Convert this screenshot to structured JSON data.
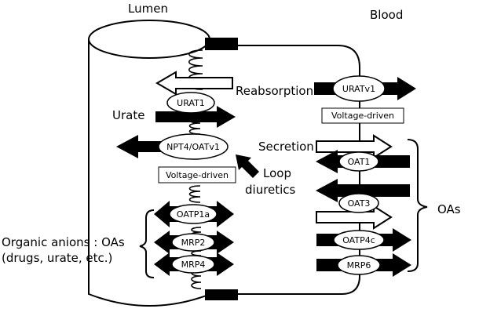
{
  "labels": {
    "lumen": "Lumen",
    "blood": "Blood",
    "reabsorption": "Reabsorption",
    "urate": "Urate",
    "secretion": "Secretion",
    "loop1": "Loop",
    "loop2": "diuretics",
    "oas": "OAs",
    "organic1": "Organic anions : OAs",
    "organic2": "(drugs, urate, etc.)"
  },
  "apical_transporters": {
    "urat1": "URAT1",
    "npt4": "NPT4/OATv1",
    "npt4_note": "Voltage-driven",
    "oatp1a": "OATP1a",
    "mrp2": "MRP2",
    "mrp4": "MRP4"
  },
  "basolateral_transporters": {
    "uratv1": "URATv1",
    "uratv1_note": "Voltage-driven",
    "oat1": "OAT1",
    "oat3": "OAT3",
    "oatp4c": "OATP4c",
    "mrp6": "MRP6"
  }
}
